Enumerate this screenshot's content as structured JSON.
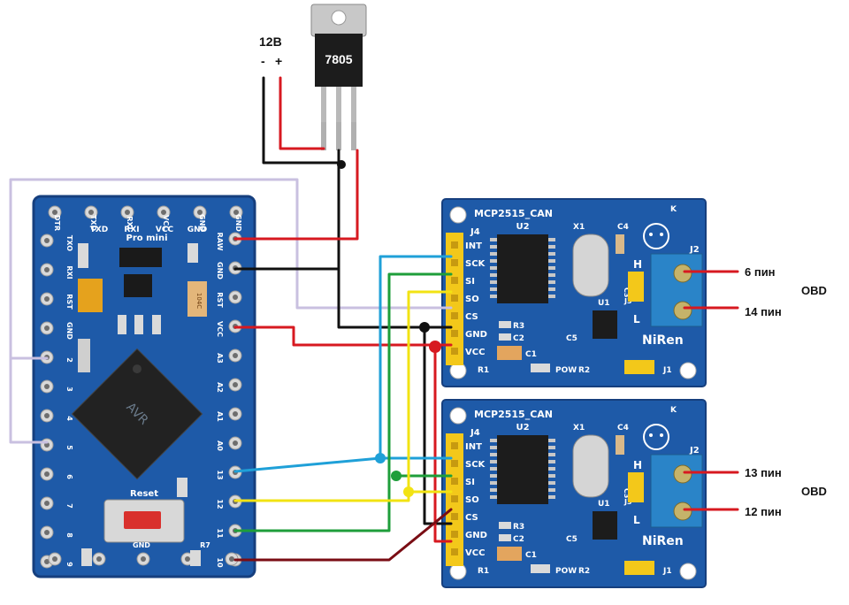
{
  "power": {
    "supply_voltage": "12В",
    "minus": "-",
    "plus": "+",
    "regulator": "7805"
  },
  "arduino": {
    "board_label": "Pro mini",
    "top_pins": [
      "DTR",
      "TXD",
      "RXI",
      "VCC",
      "GND",
      "GND"
    ],
    "top_row_text": [
      "TXD",
      "RXI",
      "VCC",
      "GND"
    ],
    "left_pins": [
      "TXO",
      "RXI",
      "RST",
      "GND",
      "2",
      "3",
      "4",
      "5",
      "6",
      "7",
      "8",
      "9"
    ],
    "right_pins": [
      "RAW",
      "GND",
      "RST",
      "VCC",
      "A3",
      "A2",
      "A1",
      "A0",
      "13",
      "12",
      "11",
      "10"
    ],
    "reset_label": "Reset",
    "bottom_labels": [
      "GND",
      "R7"
    ],
    "chip_text": "AVR",
    "cap_text": "104C"
  },
  "can_modules": [
    {
      "title": "MCP2515_CAN",
      "j4_label": "J4",
      "pins": [
        "INT",
        "SCK",
        "SI",
        "SO",
        "CS",
        "GND",
        "VCC"
      ],
      "parts": [
        "U2",
        "X1",
        "C4",
        "U1",
        "C3",
        "J3",
        "R3",
        "C2",
        "C5",
        "C1",
        "R1",
        "R2",
        "POW",
        "J1",
        "J2",
        "H",
        "L"
      ],
      "brand": "NiRen",
      "k_label": "K",
      "outputs": [
        {
          "label": "6 пин",
          "wire_color": "#d71920"
        },
        {
          "label": "14 пин",
          "wire_color": "#d71920"
        }
      ],
      "side_label": "OBD"
    },
    {
      "title": "MCP2515_CAN",
      "j4_label": "J4",
      "pins": [
        "INT",
        "SCK",
        "SI",
        "SO",
        "CS",
        "GND",
        "VCC"
      ],
      "parts": [
        "U2",
        "X1",
        "C4",
        "U1",
        "C3",
        "J3",
        "R3",
        "C2",
        "C5",
        "C1",
        "R1",
        "R2",
        "POW",
        "J1",
        "J2",
        "H",
        "L"
      ],
      "brand": "NiRen",
      "k_label": "K",
      "outputs": [
        {
          "label": "13 пин",
          "wire_color": "#d71920"
        },
        {
          "label": "12 пин",
          "wire_color": "#d71920"
        }
      ],
      "side_label": "OBD"
    }
  ],
  "colors": {
    "board_blue": "#1e5aa8",
    "board_dark": "#163f7e",
    "wire_red": "#d71920",
    "wire_black": "#111111",
    "wire_blue": "#1fa0d8",
    "wire_green": "#1e9e3a",
    "wire_yellow": "#f2e313",
    "wire_lavender": "#c9c0e0",
    "wire_maroon": "#7a0d14",
    "header_yellow": "#f3c81a"
  },
  "icons": [
    "cat-logo-icon",
    "voltage-regulator-icon"
  ]
}
